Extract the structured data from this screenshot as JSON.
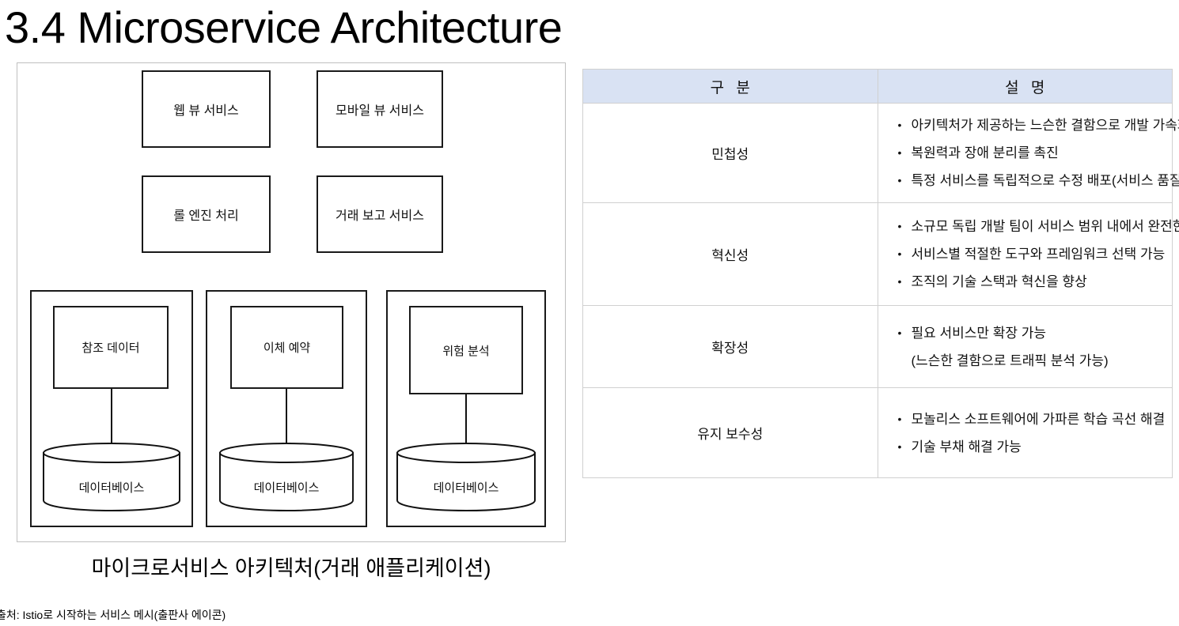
{
  "slide": {
    "title": "3.4 Microservice Architecture"
  },
  "diagram": {
    "caption": "마이크로서비스 아키텍처(거래 애플리케이션)",
    "source": "출처: Istio로 시작하는 서비스 메시(출판사 에이콘)",
    "top_boxes": [
      {
        "label": "웹 뷰 서비스"
      },
      {
        "label": "모바일 뷰 서비스"
      },
      {
        "label": "롤 엔진 처리"
      },
      {
        "label": "거래 보고 서비스"
      }
    ],
    "groups": [
      {
        "service": "참조 데이터",
        "database": "데이터베이스"
      },
      {
        "service": "이체 예약",
        "database": "데이터베이스"
      },
      {
        "service": "위험 분석",
        "database": "데이터베이스"
      }
    ]
  },
  "table": {
    "headers": [
      "구 분",
      "설 명"
    ],
    "header_fill": "#D9E2F3",
    "rows": [
      {
        "category": "민첩성",
        "items": [
          {
            "text": "아키텍처가 제공하는 느슨한 결함으로 개발 가속화",
            "bullet": true
          },
          {
            "text": "복원력과 장애 분리를 촉진",
            "bullet": true
          },
          {
            "text": "특정 서비스를 독립적으로 수정 배포(서비스 품질)",
            "bullet": true
          }
        ]
      },
      {
        "category": "혁신성",
        "items": [
          {
            "text": "소규모 독립 개발 팀이 서비스 범위 내에서 완전한 소유권 획득",
            "bullet": true
          },
          {
            "text": "서비스별 적절한 도구와 프레임워크 선택 가능",
            "bullet": true
          },
          {
            "text": "조직의 기술 스택과 혁신을 향상",
            "bullet": true
          }
        ]
      },
      {
        "category": "확장성",
        "items": [
          {
            "text": "필요 서비스만 확장 가능",
            "bullet": true
          },
          {
            "text": "(느슨한 결함으로 트래픽 분석 가능)",
            "bullet": false
          }
        ]
      },
      {
        "category": "유지 보수성",
        "items": [
          {
            "text": "모놀리스 소프트웨어에 가파른 학습 곡선 해결",
            "bullet": true
          },
          {
            "text": "기술 부채 해결 가능",
            "bullet": true
          }
        ]
      }
    ]
  }
}
